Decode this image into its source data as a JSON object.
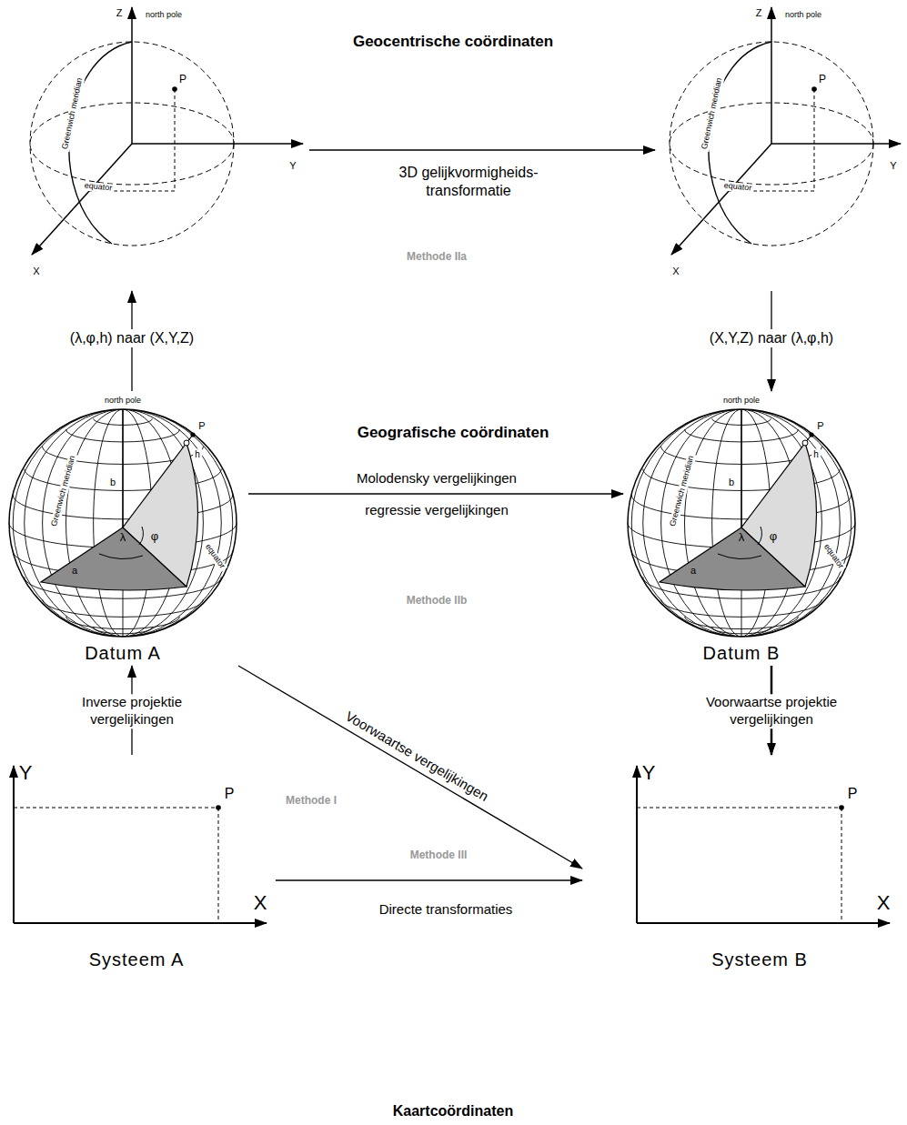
{
  "diagram": {
    "nodes": [
      {
        "text": [
          "Z",
          "north pole",
          "Greenwich meridian",
          "P",
          "Y",
          "equator",
          "X"
        ]
      },
      {
        "text": [
          "Z",
          "north pole",
          "Greenwich meridian",
          "P",
          "Y",
          "equator",
          "X"
        ]
      },
      {
        "text": [
          "north pole",
          "Greenwich meridian",
          "b",
          "P",
          "h",
          "λ",
          "φ",
          "a",
          "equator",
          "Datum A"
        ]
      },
      {
        "text": [
          "north pole",
          "Greenwich meridian",
          "b",
          "P",
          "h",
          "λ",
          "φ",
          "a",
          "equator",
          "Datum B"
        ]
      },
      {
        "text": [
          "Y",
          "P",
          "X",
          "Systeem A"
        ]
      },
      {
        "text": [
          "Y",
          "P",
          "X",
          "Systeem B"
        ]
      }
    ],
    "edges": [
      {
        "from": 2,
        "to": 0,
        "label": "(λ,φ,h) naar (X,Y,Z)",
        "arrow": "to"
      },
      {
        "from": 0,
        "to": 1,
        "label": "3D gelijkvormigheids- transformatie",
        "arrow": "to"
      },
      {
        "from": 1,
        "to": 3,
        "label": "(X,Y,Z) naar (λ,φ,h)",
        "arrow": "to"
      },
      {
        "from": 2,
        "to": 3,
        "label": "Molodensky vergelijkingen",
        "arrow": "to"
      },
      {
        "from": 4,
        "to": 2,
        "label": "Inverse projektie vergelijkingen",
        "arrow": "to"
      },
      {
        "from": 3,
        "to": 5,
        "label": "Voorwaartse projektie vergelijkingen",
        "arrow": "to"
      },
      {
        "from": 2,
        "to": 5,
        "label": "Voorwaartse vergelijkingen",
        "arrow": "to"
      },
      {
        "from": 4,
        "to": 5,
        "label": "Directe transformaties",
        "arrow": "to"
      }
    ],
    "labels": [
      "Geocentrische coördinaten",
      "Methode IIa",
      "Geografische coördinaten",
      "regressie vergelijkingen",
      "Methode IIb",
      "Methode I",
      "Methode III",
      "Kaartcoördinaten"
    ]
  }
}
